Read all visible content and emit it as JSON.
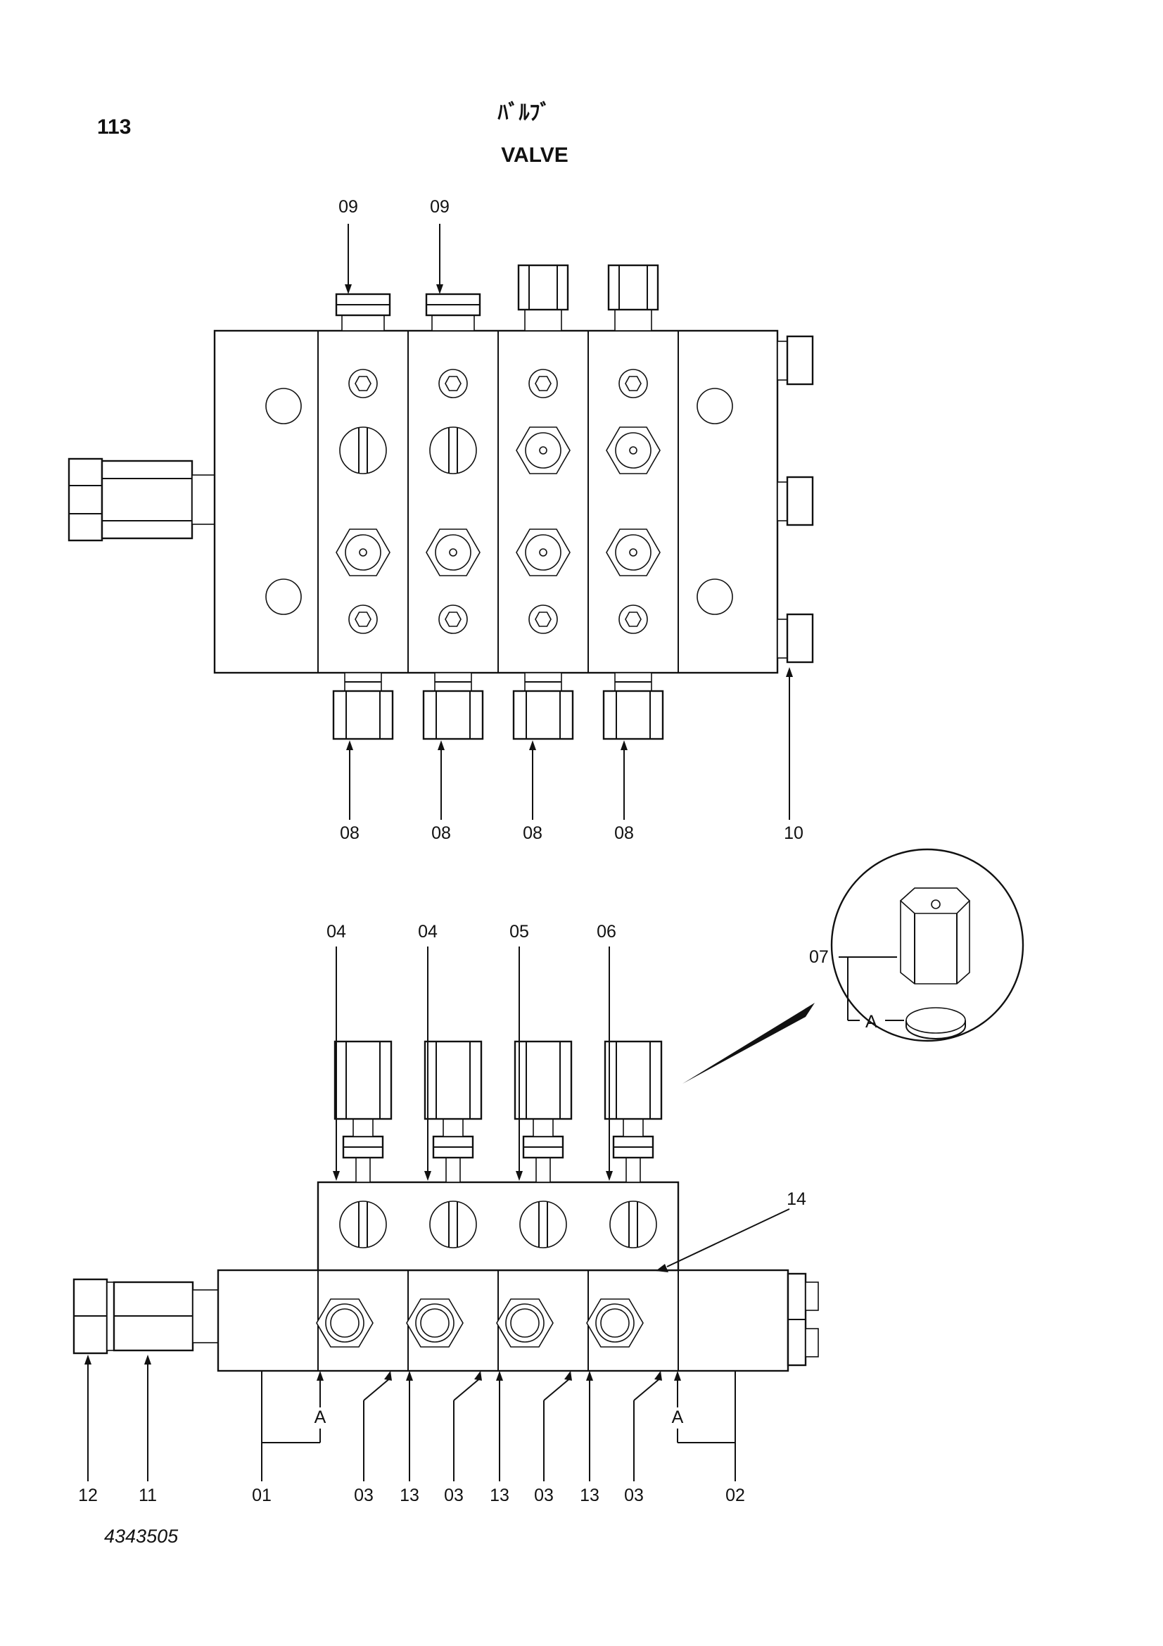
{
  "header": {
    "page_number": "113",
    "title_jp": "ﾊﾞﾙﾌﾞ",
    "title_en": "VALVE"
  },
  "part_number": "4343505",
  "top_view": {
    "top_labels": [
      "09",
      "09"
    ],
    "bottom_labels": [
      "08",
      "08",
      "08",
      "08",
      "10"
    ]
  },
  "front_view": {
    "top_labels": [
      "04",
      "04",
      "05",
      "06"
    ],
    "right_label": "14",
    "detail_labels": {
      "part": "07",
      "view": "A"
    },
    "section_marks": [
      "A",
      "A"
    ],
    "bottom_labels": [
      "12",
      "11",
      "01",
      "03",
      "13",
      "03",
      "13",
      "03",
      "13",
      "03",
      "02"
    ]
  }
}
